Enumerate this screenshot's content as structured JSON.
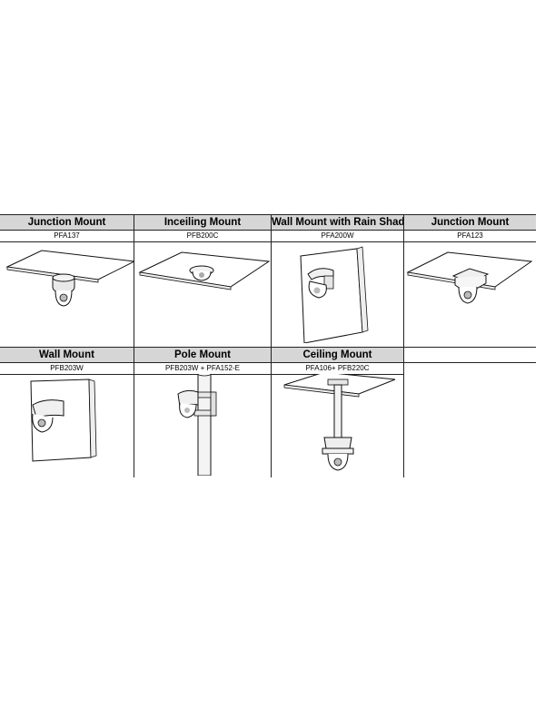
{
  "mounts": [
    {
      "title": "Junction Mount",
      "model": "PFA137"
    },
    {
      "title": "Inceiling Mount",
      "model": "PFB200C"
    },
    {
      "title": "Wall Mount with Rain Shade",
      "model": "PFA200W"
    },
    {
      "title": "Junction Mount",
      "model": "PFA123"
    },
    {
      "title": "Wall Mount",
      "model": "PFB203W"
    },
    {
      "title": "Pole Mount",
      "model": "PFB203W + PFA152-E"
    },
    {
      "title": "Ceiling Mount",
      "model": "PFA106+ PFB220C"
    }
  ]
}
